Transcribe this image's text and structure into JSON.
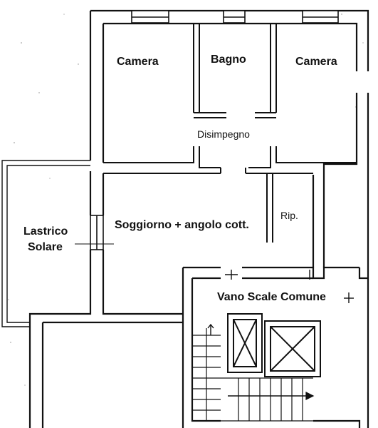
{
  "rooms": {
    "camera_left": "Camera",
    "bagno": "Bagno",
    "camera_right": "Camera",
    "disimpegno": "Disimpegno",
    "soggiorno": "Soggiorno + angolo cott.",
    "ripostiglio": "Rip.",
    "lastrico_line1": "Lastrico",
    "lastrico_line2": "Solare",
    "vano_scale": "Vano Scale Comune"
  },
  "colors": {
    "wall": "#111111",
    "background": "#ffffff"
  }
}
